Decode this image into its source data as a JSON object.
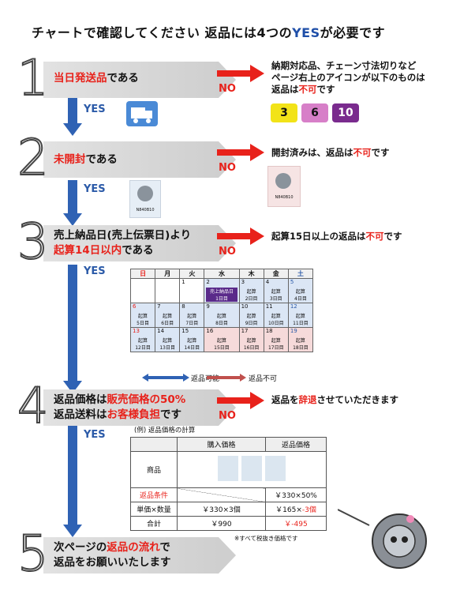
{
  "title": {
    "prefix": "チャートで確認してください 返品には4つの",
    "highlight": "YES",
    "suffix": "が必要です"
  },
  "steps": [
    {
      "num": "1",
      "line1_red": "当日発送品",
      "line1_rest": "である"
    },
    {
      "num": "2",
      "line1_red": "未開封",
      "line1_rest": "である"
    },
    {
      "num": "3",
      "line1": "売上納品日(売上伝票日)より",
      "line2_red": "起算14日以内",
      "line2_rest": "である"
    },
    {
      "num": "4",
      "l1a": "返品価格は",
      "l1b": "販売価格の50%",
      "l2a": "返品送料は",
      "l2b": "お客様負担",
      "l2c": "です"
    },
    {
      "num": "5",
      "l1a": "次ページの",
      "l1b": "返品の流れ",
      "l1c": "で",
      "l2": "返品をお願いいたします"
    }
  ],
  "yes_label": "YES",
  "no_label": "NO",
  "notes": {
    "n1_l1": "納期対応品、チェーン寸法切りなど",
    "n1_l2": "ページ右上のアイコンが以下のものは",
    "n1_l3a": "返品は",
    "n1_l3b": "不可",
    "n1_l3c": "です",
    "n2a": "開封済みは、返品は",
    "n2b": "不可",
    "n2c": "です",
    "n3a": "起算15日以上の返品は",
    "n3b": "不可",
    "n3c": "です",
    "n4a": "返品を",
    "n4b": "辞退",
    "n4c": "させていただきます"
  },
  "badges": [
    "3",
    "6",
    "10"
  ],
  "product_code": "N840B10",
  "calendar": {
    "headers": [
      "日",
      "月",
      "火",
      "水",
      "木",
      "金",
      "土"
    ],
    "rows": [
      [
        "",
        "",
        "1",
        "2",
        "3",
        "4",
        "5"
      ],
      [
        "6",
        "7",
        "8",
        "9",
        "10",
        "11",
        "12"
      ],
      [
        "13",
        "14",
        "15",
        "16",
        "17",
        "18",
        "19"
      ]
    ],
    "labels": {
      "2": "売上納品日\n1日目",
      "3": "起算\n2日目",
      "4": "起算\n3日目",
      "5": "起算\n4日目",
      "6": "起算\n5日目",
      "7": "起算\n6日目",
      "8": "起算\n7日目",
      "9": "起算\n8日目",
      "10": "起算\n9日目",
      "11": "起算\n10日目",
      "12": "起算\n11日目",
      "13": "起算\n12日目",
      "14": "起算\n13日目",
      "15": "起算\n14日目",
      "16": "起算\n15日目",
      "17": "起算\n16日目",
      "18": "起算\n17日目",
      "19": "起算\n18日目"
    },
    "legend_ok": "返品可能",
    "legend_ng": "返品不可"
  },
  "price_table": {
    "caption": "(例) 返品価格の計算",
    "col1": "購入価格",
    "col2": "返品価格",
    "row_product": "商品",
    "row_cond": "返品条件",
    "row_cond_val": "￥330×50%",
    "row_unit": "単価×数量",
    "row_unit_buy": "￥330×3個",
    "row_unit_ret_a": "￥165×",
    "row_unit_ret_b": "-3個",
    "row_total": "合計",
    "row_total_buy": "￥990",
    "row_total_ret": "￥-495",
    "footnote": "※すべて税抜き価格です"
  },
  "colors": {
    "red": "#e8221b",
    "blue": "#2f62b4",
    "purple": "#5a2a8a",
    "yellow": "#f2e318",
    "pink": "#d77fc8",
    "violet": "#7a2b8e"
  }
}
